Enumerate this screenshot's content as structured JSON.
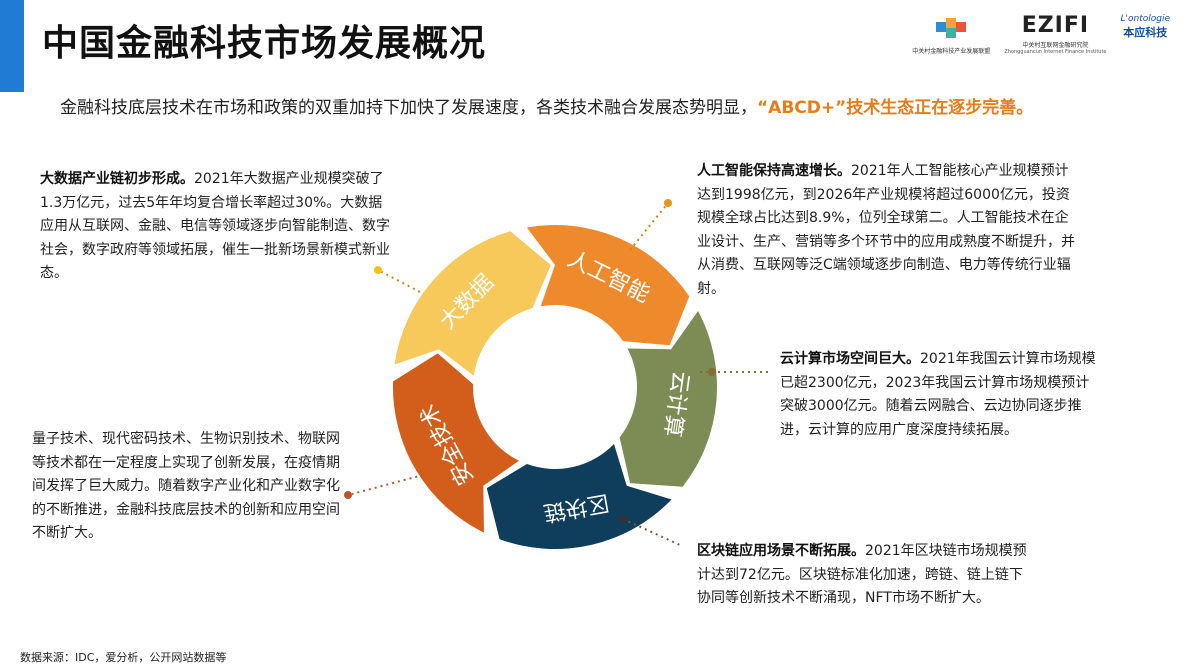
{
  "title": "中国金融科技市场发展概况",
  "logos": {
    "logo1_sub": "中关村金融科技产业发展联盟",
    "logo2_mark": "EZIFI",
    "logo2_sub": "中关村互联网金融研究院",
    "logo2_sub_en": "Zhongguancun Internet Finance Institute",
    "logo3_mark": "L'ontologie",
    "logo3_cn": "本应科技"
  },
  "intro": {
    "text": "金融科技底层技术在市场和政策的双重加持下加快了发展速度，各类技术融合发展态势明显，",
    "highlight": "“ABCD+”技术生态正在逐步完善。"
  },
  "segments": [
    {
      "label": "人工智能",
      "color": "#ef8a2c"
    },
    {
      "label": "云计算",
      "color": "#7d8c55"
    },
    {
      "label": "区块链",
      "color": "#0f3d5c"
    },
    {
      "label": "安全技术",
      "color": "#d35e1c"
    },
    {
      "label": "大数据",
      "color": "#f6c95a"
    }
  ],
  "blocks": {
    "big_data": {
      "heading": "大数据产业链初步形成。",
      "text": "2021年大数据产业规模突破了1.3万亿元，过去5年年均复合增长率超过30%。大数据应用从互联网、金融、电信等领域逐步向智能制造、数字社会，数字政府等领域拓展，催生一批新场景新模式新业态。"
    },
    "ai": {
      "heading": "人工智能保持高速增长。",
      "text": "2021年人工智能核心产业规模预计达到1998亿元，到2026年产业规模将超过6000亿元，投资规模全球占比达到8.9%，位列全球第二。人工智能技术在企业设计、生产、营销等多个环节中的应用成熟度不断提升，并从消费、互联网等泛C端领域逐步向制造、电力等传统行业辐射。"
    },
    "cloud": {
      "heading": "云计算市场空间巨大。",
      "text": "2021年我国云计算市场规模已超2300亿元，2023年我国云计算市场规模预计突破3000亿元。随着云网融合、云边协同逐步推进，云计算的应用广度深度持续拓展。"
    },
    "security": {
      "heading": "",
      "text": "量子技术、现代密码技术、生物识别技术、物联网等技术都在一定程度上实现了创新发展，在疫情期间发挥了巨大威力。随着数字产业化和产业数字化的不断推进，金融科技底层技术的创新和应用空间不断扩大。"
    },
    "blockchain": {
      "heading": "区块链应用场景不断拓展。",
      "text": "2021年区块链市场规模预计达到72亿元。区块链标准化加速，跨链、链上链下协同等创新技术不断涌现，NFT市场不断扩大。"
    }
  },
  "source": "数据来源：IDC，爱分析，公开网站数据等"
}
